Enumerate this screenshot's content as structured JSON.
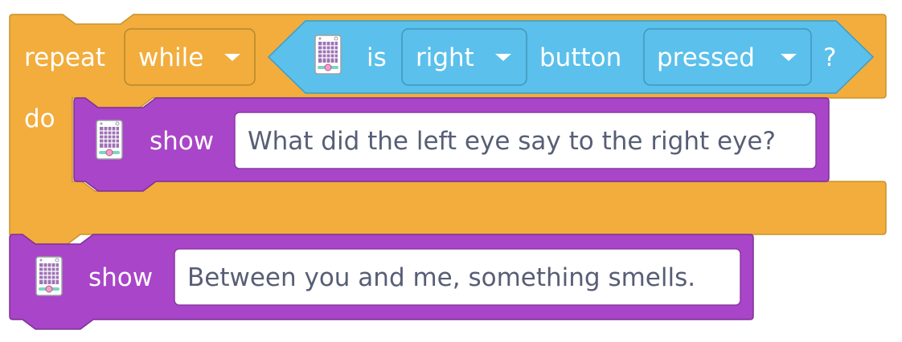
{
  "workspace": {
    "repeat_block": {
      "keyword": "repeat",
      "mode_dropdown": {
        "value": "while"
      },
      "do_label": "do",
      "color": "#f2ad3d"
    },
    "condition_block": {
      "is_label": "is",
      "button_dropdown": {
        "value": "right"
      },
      "button_label": "button",
      "state_dropdown": {
        "value": "pressed"
      },
      "question_mark": "?",
      "icon": "device-icon",
      "color": "#5bc0eb"
    },
    "show_block_inner": {
      "label": "show",
      "text_value": "What did the left eye say to the right eye?",
      "icon": "device-icon",
      "color": "#a945c8"
    },
    "show_block_outer": {
      "label": "show",
      "text_value": "Between you and me, something smells.",
      "icon": "device-icon",
      "color": "#a945c8"
    }
  }
}
